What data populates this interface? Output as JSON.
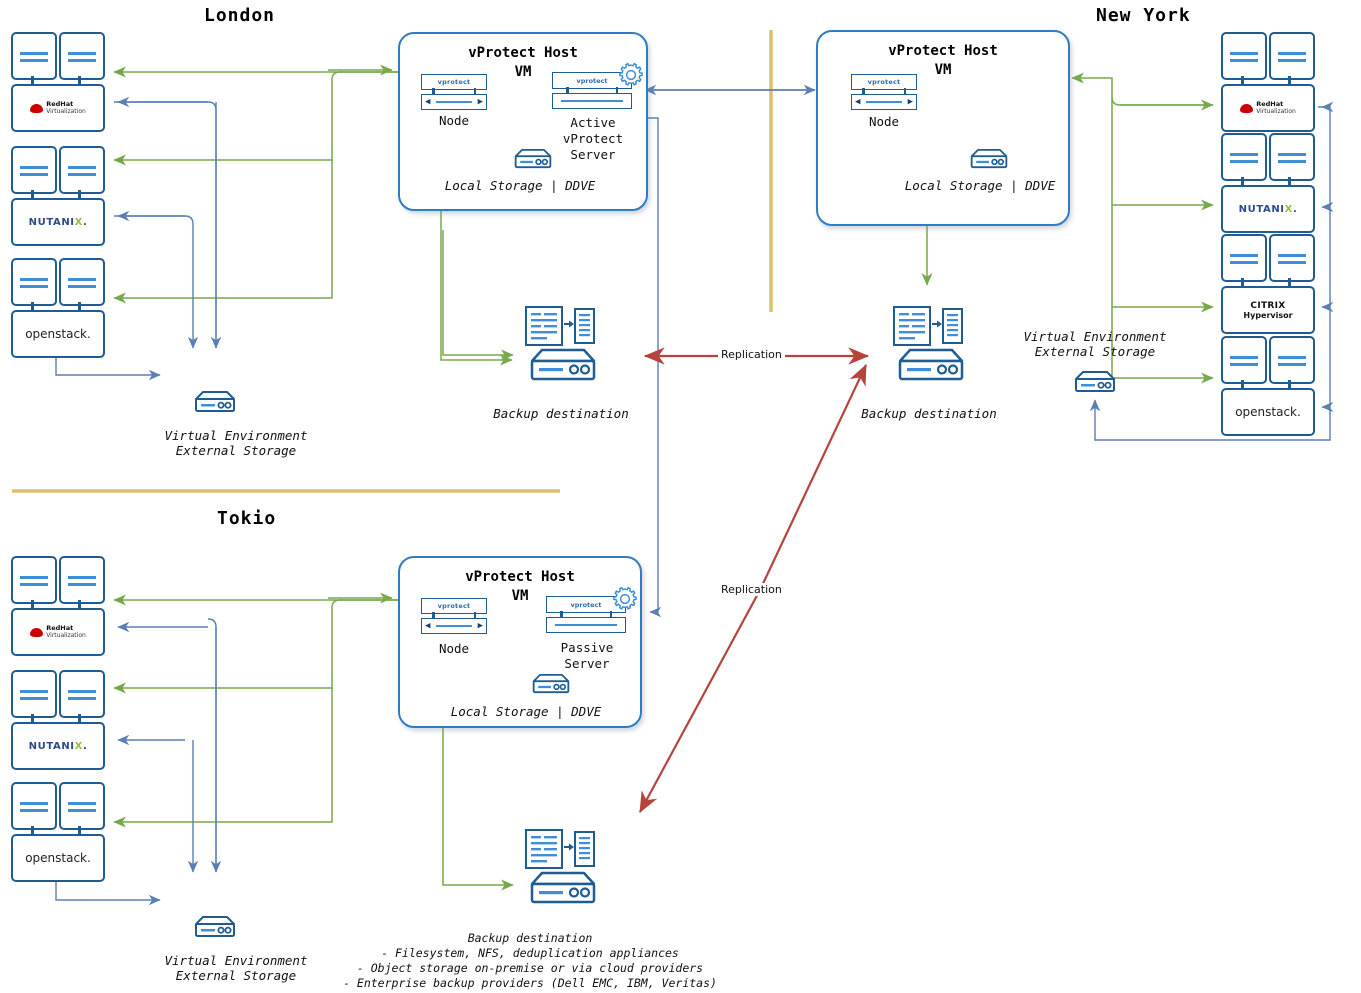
{
  "sites": {
    "london": {
      "title": "London",
      "vm": {
        "title_line1": "vProtect Host",
        "title_line2": "VM",
        "node_label": "Node",
        "node_logo": "vprotect",
        "server_label": "Active\nvProtect\nServer",
        "server_label_l1": "Active",
        "server_label_l2": "vProtect",
        "server_label_l3": "Server",
        "server_logo": "vprotect",
        "storage_label": "Local Storage | DDVE"
      },
      "hypervisors": [
        {
          "name": "Red Hat Virtualization",
          "logo": "redhat"
        },
        {
          "name": "NUTANIX",
          "logo": "nutanix"
        },
        {
          "name": "openstack.",
          "logo": "openstack"
        }
      ],
      "external_storage_label_l1": "Virtual Environment",
      "external_storage_label_l2": "External Storage",
      "backup_destination_label": "Backup destination"
    },
    "newyork": {
      "title": "New York",
      "vm": {
        "title_line1": "vProtect Host",
        "title_line2": "VM",
        "node_label": "Node",
        "node_logo": "vprotect",
        "storage_label": "Local Storage | DDVE"
      },
      "hypervisors": [
        {
          "name": "Red Hat Virtualization",
          "logo": "redhat"
        },
        {
          "name": "NUTANIX",
          "logo": "nutanix"
        },
        {
          "name": "CITRIX Hypervisor",
          "logo": "citrix"
        },
        {
          "name": "openstack.",
          "logo": "openstack"
        }
      ],
      "external_storage_label_l1": "Virtual Environment",
      "external_storage_label_l2": "External Storage",
      "backup_destination_label": "Backup destination"
    },
    "tokio": {
      "title": "Tokio",
      "vm": {
        "title_line1": "vProtect Host",
        "title_line2": "VM",
        "node_label": "Node",
        "node_logo": "vprotect",
        "server_label_l1": "Passive",
        "server_label_l2": "Server",
        "server_logo": "vprotect",
        "storage_label": "Local Storage | DDVE"
      },
      "hypervisors": [
        {
          "name": "Red Hat Virtualization",
          "logo": "redhat"
        },
        {
          "name": "NUTANIX",
          "logo": "nutanix"
        },
        {
          "name": "openstack.",
          "logo": "openstack"
        }
      ],
      "external_storage_label_l1": "Virtual Environment",
      "external_storage_label_l2": "External Storage",
      "backup_destination_label": "Backup destination",
      "backup_notes_l1": "- Filesystem, NFS, deduplication appliances",
      "backup_notes_l2": "- Object storage on-premise or via cloud providers",
      "backup_notes_l3": "- Enterprise backup providers (Dell EMC, IBM, Veritas)"
    }
  },
  "connections": {
    "replication_top": "Replication",
    "replication_diagonal": "Replication"
  },
  "logos": {
    "redhat_title": "RedHat",
    "redhat_sub": "Virtualization",
    "nutanix_a": "NUTANI",
    "nutanix_x": "X",
    "nutanix_dot": ".",
    "citrix_a": "CITRIX",
    "citrix_b": "Hypervisor",
    "openstack": "openstack.",
    "vprotect": "vprotect"
  },
  "colors": {
    "box_border": "#2e7cc4",
    "device_border": "#1f5c91",
    "accent_blue": "#3f8fd8",
    "arrow_blue": "#5b7fb4",
    "arrow_green": "#76a94b",
    "arrow_red": "#b5443c",
    "divider_gold": "#ddc06a",
    "redhat_red": "#cc0000",
    "nutanix_blue": "#2a4b8d",
    "nutanix_green": "#9bbb3a"
  }
}
